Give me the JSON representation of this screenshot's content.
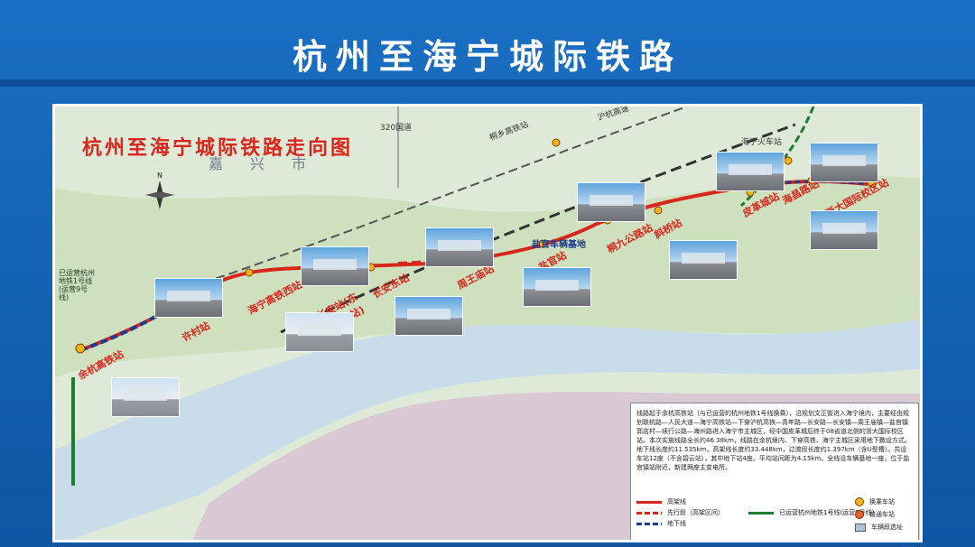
{
  "header": {
    "title": "杭州至海宁城际铁路"
  },
  "map": {
    "title": "杭州至海宁城际铁路走向图",
    "city": "嘉兴市",
    "compass_letter": "N",
    "road_labels": {
      "g320": "320国道",
      "huhang": "沪杭高速",
      "tongxiang": "桐乡高铁站",
      "haining_hub": "海宁火车站"
    },
    "line_label_vertical": "已运营杭州地铁1号线(运营9号线)",
    "stations": [
      {
        "name": "余杭高铁站"
      },
      {
        "name": "许村站"
      },
      {
        "name": "海宁高铁西站"
      },
      {
        "name": "长安站(东方学院站)"
      },
      {
        "name": "长安东站"
      },
      {
        "name": "周王庙站"
      },
      {
        "name": "盐官站"
      },
      {
        "name": "桐九公路站"
      },
      {
        "name": "斜桥站"
      },
      {
        "name": "皮革城站"
      },
      {
        "name": "海昌路站"
      },
      {
        "name": "浙大国际校区站"
      }
    ],
    "depot": "盐官车辆基地",
    "colors": {
      "elevated": "#d9261c",
      "underground": "#1c3d8f",
      "existing": "#1f7a32",
      "river": "#c9dcea"
    }
  },
  "legend": {
    "description": "线路起于余杭高铁站（与已运营的杭州地铁1号线换乘），沿规划文正街进入海宁境内，主要经由规划联杭路—人民大道—海宁高铁站—下穿沪杭高铁—青年路—长安路—长安镇—周王庙镇—盐官镇郭店村—续行公路—海州路进入海宁市主城区，经中国皮革城后终于08省道北侧的浙大国际校区站。本次实施线路全长约46.38km，线路在余杭境内、下穿高铁、海宁主城区采用地下敷设方式。地下线长度约11.535km，高架线长度约33.448km，过渡段长度约1.397km（含U型槽）。共设车站12座（不含碧云站），其中地下站4座。平均站间距为4.15km。全线设车辆基地一座，位于盐官镇站附近，新建两座主变电所。",
    "items": {
      "elevated": "高架线",
      "advance": "先行段（高架区间）",
      "underground": "地下线",
      "existing": "已运营杭州地铁1号线(运营9号线)",
      "transfer": "换乘车站",
      "normal": "普通车站",
      "depot": "车辆段选址"
    }
  }
}
